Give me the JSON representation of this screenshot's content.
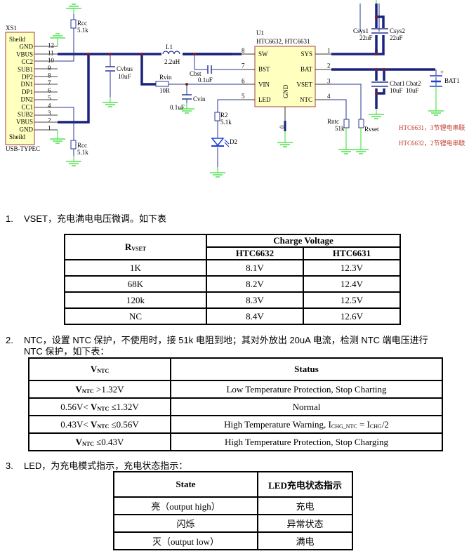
{
  "schematic": {
    "connector": {
      "ref": "XS1",
      "type": "USB-TYPEC",
      "pins": [
        {
          "label": "Sheild",
          "num": ""
        },
        {
          "label": "GND",
          "num": "12"
        },
        {
          "label": "VBUS",
          "num": "11"
        },
        {
          "label": "CC2",
          "num": "10"
        },
        {
          "label": "SUB1",
          "num": "9"
        },
        {
          "label": "DP2",
          "num": "8"
        },
        {
          "label": "DN1",
          "num": "7"
        },
        {
          "label": "DP1",
          "num": "6"
        },
        {
          "label": "DN2",
          "num": "5"
        },
        {
          "label": "CC1",
          "num": "4"
        },
        {
          "label": "SUB2",
          "num": "3"
        },
        {
          "label": "VBUS",
          "num": "2"
        },
        {
          "label": "GND",
          "num": "1"
        },
        {
          "label": "Sheild",
          "num": ""
        }
      ]
    },
    "rcc_top": {
      "name": "Rcc",
      "value": "5.1k"
    },
    "rcc_bottom": {
      "name": "Rcc",
      "value": "5.1k"
    },
    "cvbus": {
      "name": "Cvbus",
      "value": "10uF"
    },
    "l1": {
      "name": "L1",
      "value": "2.2uH"
    },
    "rvin": {
      "name": "Rvin",
      "value": "10R"
    },
    "cbst": {
      "name": "Cbst",
      "value": "0.1uF"
    },
    "cvin": {
      "name": "Cvin",
      "value": "0.1uF"
    },
    "r2": {
      "name": "R2",
      "value": "5.1k"
    },
    "d2": {
      "name": "D2"
    },
    "ic": {
      "ref": "U1",
      "part": "HTC6632, HTC6631",
      "left_pins": [
        {
          "label": "SW",
          "num": "8"
        },
        {
          "label": "BST",
          "num": "7"
        },
        {
          "label": "VIN",
          "num": "6"
        },
        {
          "label": "LED",
          "num": "5"
        }
      ],
      "right_pins": [
        {
          "label": "SYS",
          "num": "1"
        },
        {
          "label": "BAT",
          "num": "2"
        },
        {
          "label": "VSET",
          "num": "3"
        },
        {
          "label": "NTC",
          "num": "4"
        }
      ],
      "gnd_label": "GND",
      "gnd_num": "0"
    },
    "csys1": {
      "name": "Csys1",
      "value": "22uF"
    },
    "csys2": {
      "name": "Csys2",
      "value": "22uF"
    },
    "cbat1": {
      "name": "Cbat1",
      "value": "10uF"
    },
    "cbat2": {
      "name": "Cbat2",
      "value": "10uF"
    },
    "bat": {
      "name": "BAT1",
      "plus": "+"
    },
    "rntc": {
      "name": "Rntc",
      "value": "51k"
    },
    "rvset": {
      "name": "Rvset"
    },
    "notes": [
      "HTC6631，3节锂电串联",
      "HTC6632，2节锂电串联"
    ]
  },
  "section1": {
    "num": "1.",
    "text": "VSET，充电满电电压微调。如下表",
    "table": {
      "col1_main": "R",
      "col1_sub": "VSET",
      "group_header": "Charge Voltage",
      "sub_headers": [
        "HTC6632",
        "HTC6631"
      ],
      "rows": [
        [
          "1K",
          "8.1V",
          "12.3V"
        ],
        [
          "68K",
          "8.2V",
          "12.4V"
        ],
        [
          "120k",
          "8.3V",
          "12.5V"
        ],
        [
          "NC",
          "8.4V",
          "12.6V"
        ]
      ]
    }
  },
  "section2": {
    "num": "2.",
    "text_line1": "NTC，设置 NTC 保护，不使用时，接 51k 电阻到地；其对外放出 20uA 电流，检测 NTC 端电压进行",
    "text_line2": "NTC 保护，如下表：",
    "table": {
      "header_main": "V",
      "header_sub": "NTC",
      "header_status": "Status",
      "rows": [
        {
          "pre": "",
          "v": "V",
          "sub": "NTC",
          "post": " >1.32V",
          "status": "Low Temperature Protection, Stop Charting"
        },
        {
          "pre": "0.56V< ",
          "v": "V",
          "sub": "NTC",
          "post": " ≤1.32V",
          "status": "Normal"
        },
        {
          "pre": "0.43V< ",
          "v": "V",
          "sub": "NTC",
          "post": " ≤0.56V",
          "status_pre": "High Temperature Warning, I",
          "status_sub1": "CHG_NTC",
          "status_mid": " = I",
          "status_sub2": "CHG",
          "status_post": "/2"
        },
        {
          "pre": "",
          "v": "V",
          "sub": "NTC",
          "post": "  ≤0.43V",
          "status": "High Temperature Protection, Stop Charging"
        }
      ]
    }
  },
  "section3": {
    "num": "3.",
    "text": "LED，为充电模式指示，充电状态指示：",
    "table": {
      "headers": [
        "State",
        "LED充电状态指示"
      ],
      "rows": [
        [
          "亮（output high）",
          "充电"
        ],
        [
          "闪烁",
          "异常状态"
        ],
        [
          "灭（output low）",
          "满电"
        ]
      ]
    }
  }
}
